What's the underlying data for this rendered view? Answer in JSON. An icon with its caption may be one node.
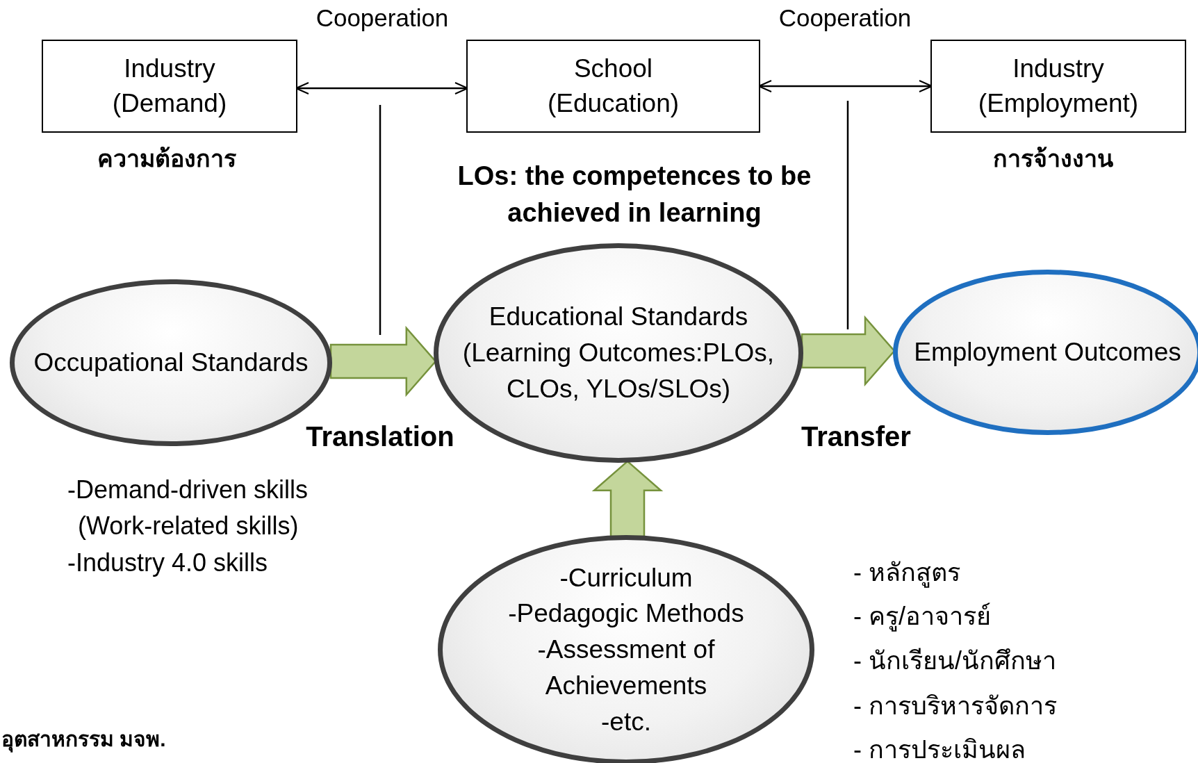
{
  "diagram": {
    "nodes": [
      {
        "text": [
          "Industry (Demand)"
        ],
        "beside": [
          "ความต้องการ"
        ]
      },
      {
        "text": [
          "School (Education)"
        ]
      },
      {
        "text": [
          "Industry (Employment)"
        ],
        "beside": [
          "การจ้างงาน"
        ]
      },
      {
        "text": [
          "Occupational Standards"
        ]
      },
      {
        "text": [
          "Educational Standards (Learning Outcomes:PLOs, CLOs, YLOs/SLOs)"
        ]
      },
      {
        "text": [
          "Employment Outcomes"
        ]
      },
      {
        "text": [
          "-Curriculum",
          "-Pedagogic Methods",
          "-Assessment of Achievements",
          "-etc."
        ]
      }
    ],
    "edges": [
      {
        "from": 0,
        "to": 1,
        "arrow": "both",
        "label": "Cooperation"
      },
      {
        "from": 1,
        "to": 2,
        "arrow": "both",
        "label": "Cooperation"
      },
      {
        "from": 3,
        "to": 4,
        "arrow": "to",
        "label": "Translation",
        "style": "thick"
      },
      {
        "from": 4,
        "to": 5,
        "arrow": "to",
        "label": "Transfer",
        "style": "thick"
      },
      {
        "from": 6,
        "to": 4,
        "arrow": "to",
        "style": "thick"
      }
    ],
    "labels": [
      "LOs: the competences to be achieved in learning",
      "-Demand-driven skills",
      "(Work-related skills)",
      "-Industry 4.0 skills",
      "- หลักสูตร",
      "- ครู/อาจารย์",
      "- นักเรียน/นักศึกษา",
      "- การบริหารจัดการ",
      "- การประเมินผล",
      "อุตสาหกรรม มจพ."
    ]
  }
}
